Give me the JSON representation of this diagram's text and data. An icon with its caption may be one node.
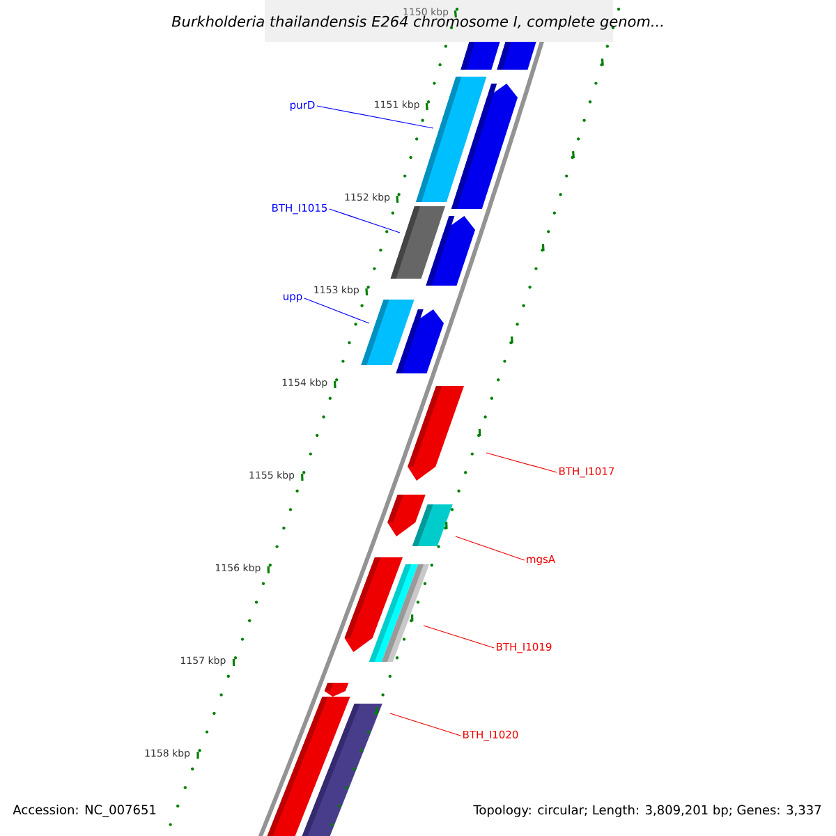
{
  "diagram": {
    "title": "Burkholderia thailandensis E264 chromosome I, complete genom...",
    "nodes": [
      {
        "text": [
          "purD"
        ]
      },
      {
        "text": [
          "BTH_I1015"
        ]
      },
      {
        "text": [
          "upp"
        ]
      },
      {
        "text": [
          "BTH_I1017"
        ]
      },
      {
        "text": [
          "mgsA"
        ]
      },
      {
        "text": [
          "BTH_I1019"
        ]
      },
      {
        "text": [
          "BTH_I1020"
        ]
      }
    ],
    "edges": [
      {
        "from": 0,
        "to": null,
        "arrow": "none",
        "color": "#0000ff"
      },
      {
        "from": 1,
        "to": null,
        "arrow": "none",
        "color": "#0000ff"
      },
      {
        "from": 2,
        "to": null,
        "arrow": "none",
        "color": "#0000ff"
      },
      {
        "from": 3,
        "to": null,
        "arrow": "none"
      },
      {
        "from": 4,
        "to": null,
        "arrow": "none"
      },
      {
        "from": 5,
        "to": null,
        "arrow": "none"
      },
      {
        "from": 6,
        "to": null,
        "arrow": "none"
      }
    ],
    "labels": [
      "1150 kbp",
      "1151 kbp",
      "1152 kbp",
      "1153 kbp",
      "1154 kbp",
      "1155 kbp",
      "1156 kbp",
      "1157 kbp",
      "1158 kbp",
      "Accession: NC_007651",
      "Topology: circular; Length: 3,809,201 bp; Genes: 3,337"
    ]
  }
}
